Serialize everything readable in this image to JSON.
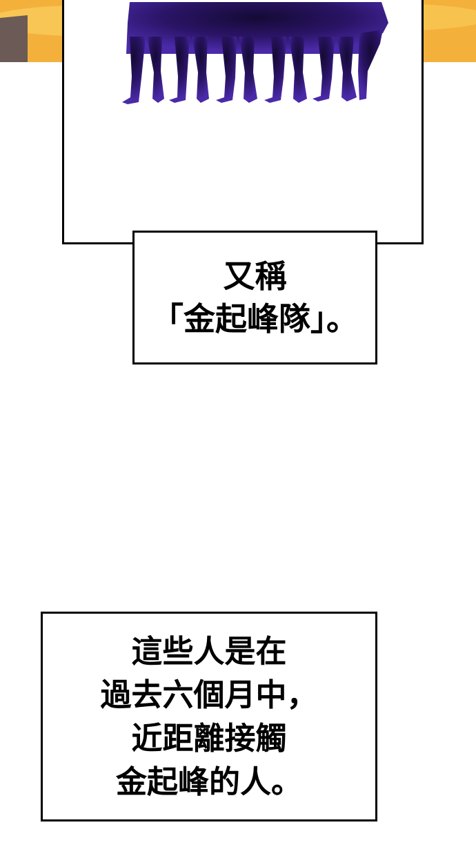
{
  "caption_1": {
    "lines": [
      "又稱",
      "「金起峰隊」。"
    ]
  },
  "caption_2": {
    "lines": [
      "這些人是在",
      "過去六個月中，",
      "近距離接觸",
      "金起峰的人。"
    ]
  },
  "colors": {
    "silhouette": "#3b1d8a",
    "silhouette_dark": "#150a35",
    "border": "#000000",
    "sunset_orange": "#f4b23a"
  }
}
